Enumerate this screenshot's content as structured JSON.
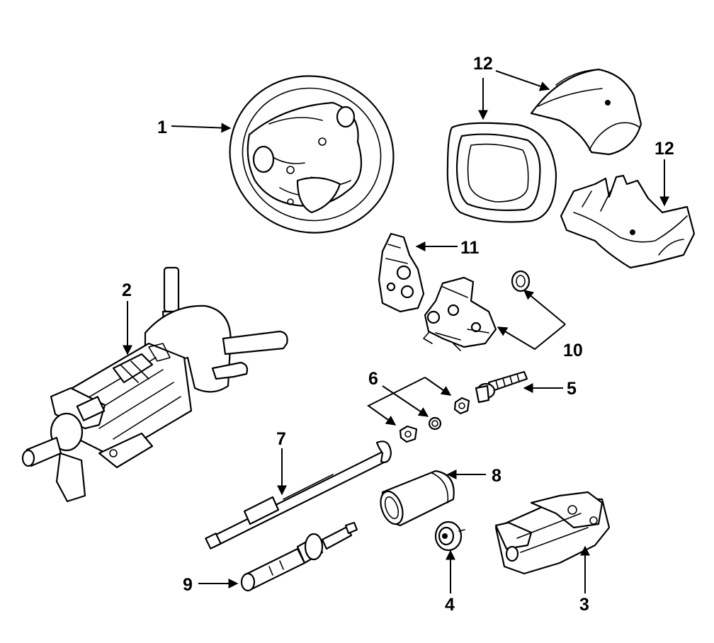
{
  "callouts": {
    "c1": "1",
    "c2": "2",
    "c3": "3",
    "c4": "4",
    "c5": "5",
    "c6": "6",
    "c7": "7",
    "c8": "8",
    "c9": "9",
    "c10": "10",
    "c11": "11",
    "c12a": "12",
    "c12b": "12"
  },
  "colors": {
    "line": "#000000",
    "background": "#ffffff"
  }
}
